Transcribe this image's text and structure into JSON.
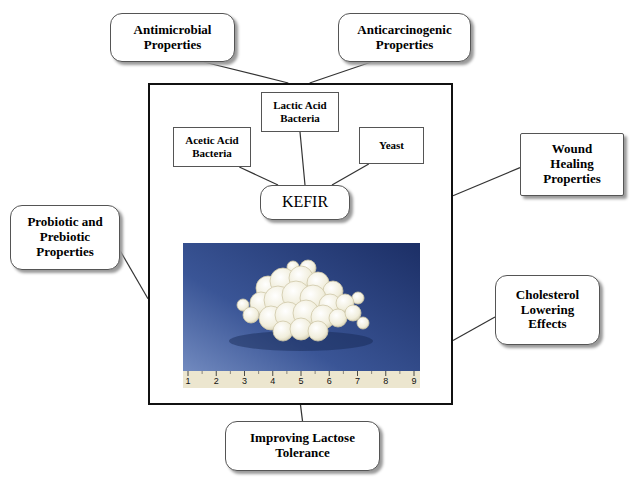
{
  "diagram": {
    "nodes": [
      {
        "text": [
          "Antimicrobial Properties"
        ]
      },
      {
        "text": [
          "Anticarcinogenic Properties"
        ]
      },
      {
        "text": []
      },
      {
        "text": [
          "Lactic Acid Bacteria"
        ],
        "in": 2
      },
      {
        "text": [
          "Acetic Acid Bacteria"
        ],
        "in": 2
      },
      {
        "text": [
          "Yeast"
        ],
        "in": 2
      },
      {
        "text": [
          "KEFIR"
        ],
        "in": 2
      },
      {
        "text": [
          "Wound Healing Properties"
        ]
      },
      {
        "text": [
          "Probiotic and Prebiotic Properties"
        ]
      },
      {
        "text": [
          "Cholesterol Lowering Effects"
        ]
      },
      {
        "text": [
          "Improving Lactose Tolerance"
        ]
      }
    ],
    "edges": [
      {
        "from": 0,
        "to": 2,
        "arrow": "none"
      },
      {
        "from": 1,
        "to": 2,
        "arrow": "none"
      },
      {
        "from": 7,
        "to": 2,
        "arrow": "none"
      },
      {
        "from": 8,
        "to": 2,
        "arrow": "none"
      },
      {
        "from": 9,
        "to": 2,
        "arrow": "none"
      },
      {
        "from": 10,
        "to": 2,
        "arrow": "none"
      },
      {
        "from": 4,
        "to": 6,
        "arrow": "none"
      },
      {
        "from": 3,
        "to": 6,
        "arrow": "none"
      },
      {
        "from": 5,
        "to": 6,
        "arrow": "none"
      }
    ],
    "labels": [
      "1",
      "2",
      "3",
      "4",
      "5",
      "6",
      "7",
      "8",
      "9"
    ]
  }
}
